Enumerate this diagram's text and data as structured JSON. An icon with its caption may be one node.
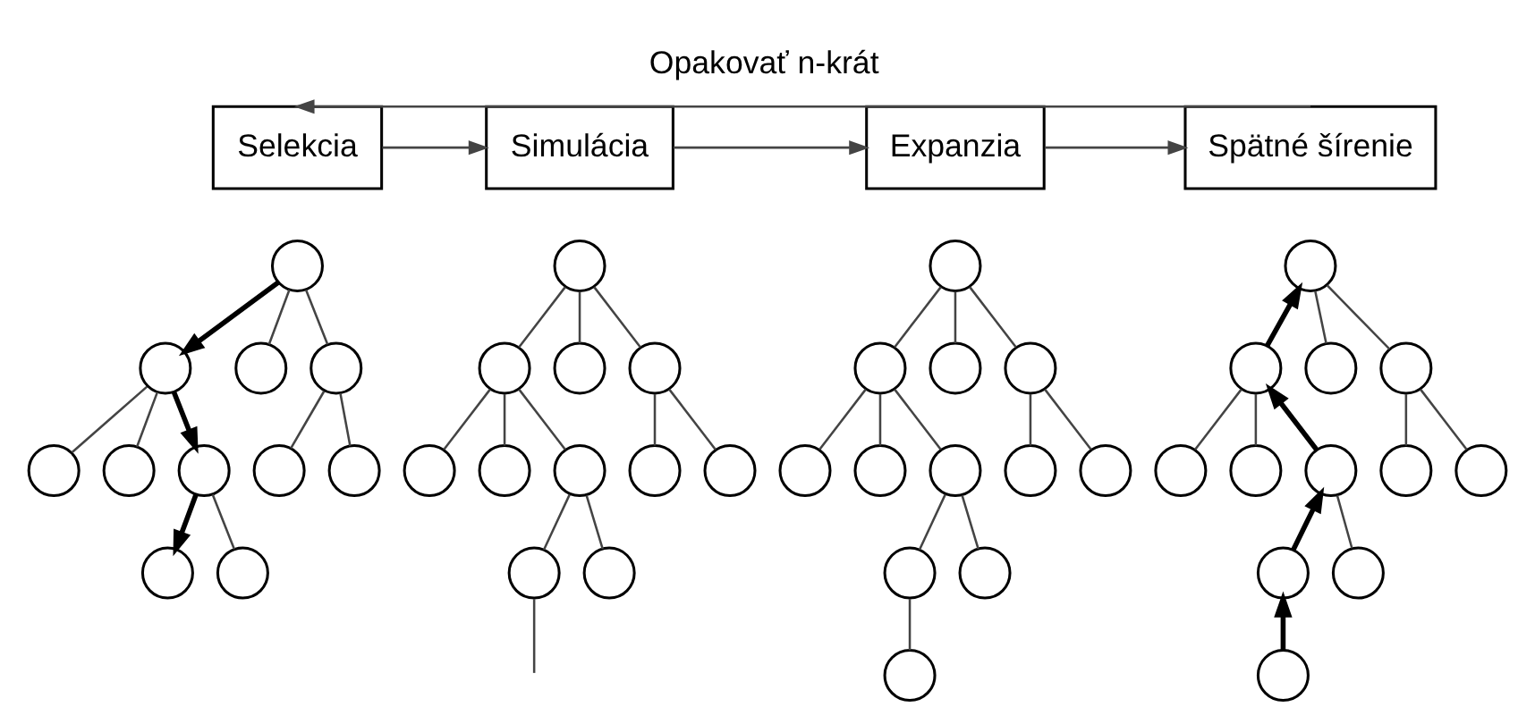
{
  "diagram": {
    "nodes": [
      {
        "text": [
          "Selekcia"
        ]
      },
      {
        "text": [
          "Simulácia"
        ]
      },
      {
        "text": [
          "Expanzia"
        ]
      },
      {
        "text": [
          "Spätné šírenie"
        ]
      },
      {
        "text": [],
        "shape": "circle"
      },
      {
        "text": [],
        "shape": "circle"
      },
      {
        "text": [],
        "shape": "circle"
      },
      {
        "text": [],
        "shape": "circle"
      },
      {
        "text": [],
        "shape": "circle"
      },
      {
        "text": [],
        "shape": "circle"
      },
      {
        "text": [],
        "shape": "circle"
      },
      {
        "text": [],
        "shape": "circle"
      },
      {
        "text": [],
        "shape": "circle"
      },
      {
        "text": [],
        "shape": "circle"
      },
      {
        "text": [],
        "shape": "circle"
      },
      {
        "text": [],
        "shape": "circle"
      },
      {
        "text": [],
        "shape": "circle"
      },
      {
        "text": [],
        "shape": "circle"
      },
      {
        "text": [],
        "shape": "circle"
      },
      {
        "text": [],
        "shape": "circle"
      },
      {
        "text": [],
        "shape": "circle"
      },
      {
        "text": [],
        "shape": "circle"
      },
      {
        "text": [],
        "shape": "circle"
      },
      {
        "text": [],
        "shape": "circle"
      },
      {
        "text": [],
        "shape": "circle"
      },
      {
        "text": [],
        "shape": "circle"
      },
      {
        "text": [],
        "shape": "circle"
      },
      {
        "text": [],
        "shape": "circle"
      },
      {
        "text": [],
        "shape": "circle"
      },
      {
        "text": [],
        "shape": "circle"
      },
      {
        "text": [],
        "shape": "circle"
      },
      {
        "text": [],
        "shape": "circle"
      },
      {
        "text": [],
        "shape": "circle"
      },
      {
        "text": [],
        "shape": "circle"
      },
      {
        "text": [],
        "shape": "circle"
      },
      {
        "text": [],
        "shape": "circle"
      },
      {
        "text": [],
        "shape": "circle"
      },
      {
        "text": [],
        "shape": "circle"
      },
      {
        "text": [],
        "shape": "circle"
      },
      {
        "text": [],
        "shape": "circle"
      },
      {
        "text": [],
        "shape": "circle"
      },
      {
        "text": [],
        "shape": "circle"
      },
      {
        "text": [],
        "shape": "circle"
      },
      {
        "text": [],
        "shape": "circle"
      },
      {
        "text": [],
        "shape": "circle"
      },
      {
        "text": [],
        "shape": "circle"
      },
      {
        "text": [],
        "shape": "circle"
      },
      {
        "text": [],
        "shape": "circle"
      },
      {
        "text": [],
        "shape": "circle"
      },
      {
        "text": [],
        "shape": "circle"
      }
    ],
    "edges": [
      {
        "from": 0,
        "to": 1,
        "arrow": "to"
      },
      {
        "from": 1,
        "to": 2,
        "arrow": "to"
      },
      {
        "from": 2,
        "to": 3,
        "arrow": "to"
      },
      {
        "from": 3,
        "to": 0,
        "arrow": "to",
        "label": "Opakovať n-krát"
      },
      {
        "from": 4,
        "to": 5,
        "arrow": "to",
        "style": "thick"
      },
      {
        "from": 4,
        "to": 6,
        "arrow": "none"
      },
      {
        "from": 4,
        "to": 7,
        "arrow": "none"
      },
      {
        "from": 5,
        "to": 8,
        "arrow": "none"
      },
      {
        "from": 5,
        "to": 9,
        "arrow": "none"
      },
      {
        "from": 5,
        "to": 10,
        "arrow": "to",
        "style": "thick"
      },
      {
        "from": 7,
        "to": 11,
        "arrow": "none"
      },
      {
        "from": 7,
        "to": 12,
        "arrow": "none"
      },
      {
        "from": 10,
        "to": 13,
        "arrow": "to",
        "style": "thick"
      },
      {
        "from": 10,
        "to": 14,
        "arrow": "none"
      },
      {
        "from": 15,
        "to": 16,
        "arrow": "none"
      },
      {
        "from": 15,
        "to": 17,
        "arrow": "none"
      },
      {
        "from": 15,
        "to": 18,
        "arrow": "none"
      },
      {
        "from": 16,
        "to": 19,
        "arrow": "none"
      },
      {
        "from": 16,
        "to": 20,
        "arrow": "none"
      },
      {
        "from": 16,
        "to": 21,
        "arrow": "none"
      },
      {
        "from": 18,
        "to": 22,
        "arrow": "none"
      },
      {
        "from": 18,
        "to": 23,
        "arrow": "none"
      },
      {
        "from": 21,
        "to": 24,
        "arrow": "none"
      },
      {
        "from": 21,
        "to": 25,
        "arrow": "none"
      },
      {
        "from": 24,
        "to": null,
        "arrow": "none"
      },
      {
        "from": 26,
        "to": 27,
        "arrow": "none"
      },
      {
        "from": 26,
        "to": 28,
        "arrow": "none"
      },
      {
        "from": 26,
        "to": 29,
        "arrow": "none"
      },
      {
        "from": 27,
        "to": 30,
        "arrow": "none"
      },
      {
        "from": 27,
        "to": 31,
        "arrow": "none"
      },
      {
        "from": 27,
        "to": 32,
        "arrow": "none"
      },
      {
        "from": 29,
        "to": 33,
        "arrow": "none"
      },
      {
        "from": 29,
        "to": 34,
        "arrow": "none"
      },
      {
        "from": 32,
        "to": 35,
        "arrow": "none"
      },
      {
        "from": 32,
        "to": 36,
        "arrow": "none"
      },
      {
        "from": 35,
        "to": 37,
        "arrow": "none"
      },
      {
        "from": 39,
        "to": 38,
        "arrow": "to",
        "style": "thick"
      },
      {
        "from": 38,
        "to": 40,
        "arrow": "none"
      },
      {
        "from": 38,
        "to": 41,
        "arrow": "none"
      },
      {
        "from": 39,
        "to": 42,
        "arrow": "none"
      },
      {
        "from": 39,
        "to": 43,
        "arrow": "none"
      },
      {
        "from": 44,
        "to": 39,
        "arrow": "to",
        "style": "thick"
      },
      {
        "from": 41,
        "to": 45,
        "arrow": "none"
      },
      {
        "from": 41,
        "to": 46,
        "arrow": "none"
      },
      {
        "from": 47,
        "to": 44,
        "arrow": "to",
        "style": "thick"
      },
      {
        "from": 44,
        "to": 48,
        "arrow": "none"
      },
      {
        "from": 49,
        "to": 47,
        "arrow": "to",
        "style": "thick"
      }
    ]
  }
}
